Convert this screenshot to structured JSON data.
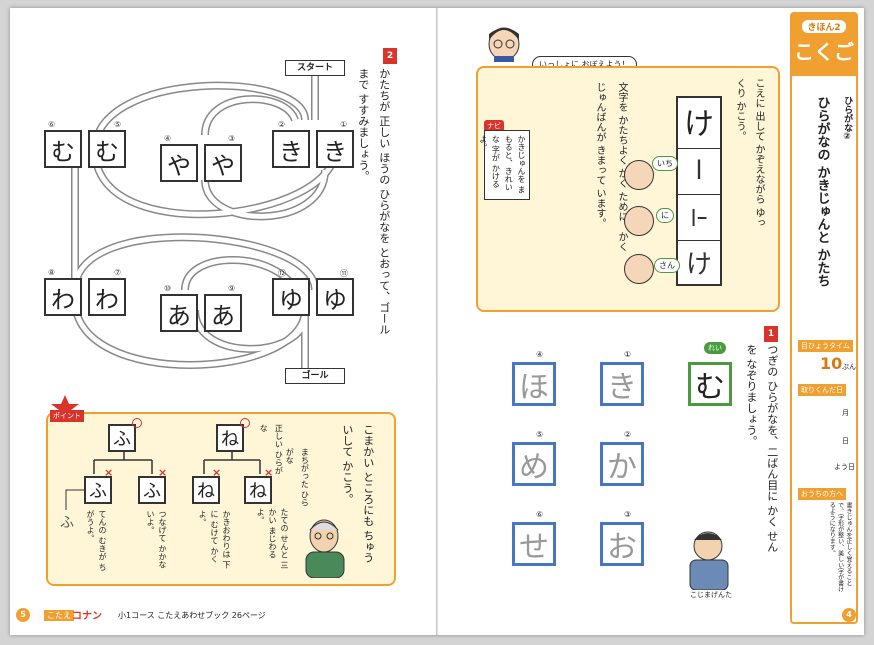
{
  "left_page": {
    "q2": {
      "number": "2",
      "instruction": "かたちが 正しい ほうの ひらがなを とおって、ゴールまで すすみましょう。",
      "start_label": "スタート",
      "goal_label": "ゴール",
      "maze": [
        {
          "n1": "①",
          "n2": "②",
          "char": "き"
        },
        {
          "n1": "③",
          "n2": "④",
          "char": "や"
        },
        {
          "n1": "⑤",
          "n2": "⑥",
          "char": "む"
        },
        {
          "n1": "⑦",
          "n2": "⑧",
          "char": "わ"
        },
        {
          "n1": "⑨",
          "n2": "⑩",
          "char": "あ"
        },
        {
          "n1": "⑪",
          "n2": "⑫",
          "char": "ゆ"
        }
      ]
    },
    "point": {
      "badge": "ポイント",
      "intro": "こまかい ところにも ちゅういして かこう。",
      "correct_label": "正しい ひらがな",
      "wrong_label": "まちがった ひらがな",
      "fu": {
        "char": "ふ",
        "note1": "てんの むきが ちがうよ。",
        "note2": "つなげて かかないよ。"
      },
      "ne": {
        "char": "ね",
        "note1": "かきおわりは 下に むけて かくよ。",
        "note2": "たての せんと 三かい まじわるよ。"
      }
    },
    "footer": {
      "page_num": "5",
      "label": "こたえ",
      "brand": "コナン",
      "text": "小1コース こたえあわせブック 26ページ"
    }
  },
  "right_page": {
    "speech": "いっしょに おぼえよう！",
    "intro": "こえに 出して かぞえながら ゆっくり かこう。",
    "navi_badge": "ナビ",
    "navi_note": "かきじゅんを まもると、きれいな 字が かけるよ。",
    "body_text": "文字を かたちよく かく ために、かく じゅんばんが きまって います。",
    "stroke_char": "け",
    "stroke_labels": [
      "いち",
      "に",
      "さん"
    ],
    "stroke_steps": [
      "l",
      "lｰ",
      "け"
    ],
    "q1": {
      "number": "1",
      "instruction": "つぎの ひらがなを、二ばん目に かく せんを なぞりましょう。",
      "example_badge": "れい",
      "example_char": "む",
      "chars": [
        {
          "num": "①",
          "char": "き"
        },
        {
          "num": "②",
          "char": "か"
        },
        {
          "num": "③",
          "char": "お"
        },
        {
          "num": "④",
          "char": "ほ"
        },
        {
          "num": "⑤",
          "char": "め"
        },
        {
          "num": "⑥",
          "char": "せ"
        }
      ]
    },
    "character_name": "こじまげんた",
    "sidebar": {
      "lesson": "きほん2",
      "subject": "こくご",
      "title_small": "ひらがな②",
      "title": "ひらがなの かきじゅんと かたち",
      "time_label": "目ひょうタイム",
      "time_value": "10",
      "time_unit": "ぷん",
      "date_label": "取りくんだ日",
      "month": "月",
      "day": "日",
      "weekday": "よう日",
      "parent_label": "おうちの方へ",
      "parent_note": "書きじゅんを正しく覚えることで、字形が整い、美しい字が書けるようになります。"
    },
    "footer": {
      "page_num": "4"
    }
  },
  "colors": {
    "accent": "#f0a030",
    "red": "#d9342b",
    "blue": "#4577c2",
    "green": "#4a9a3e"
  }
}
